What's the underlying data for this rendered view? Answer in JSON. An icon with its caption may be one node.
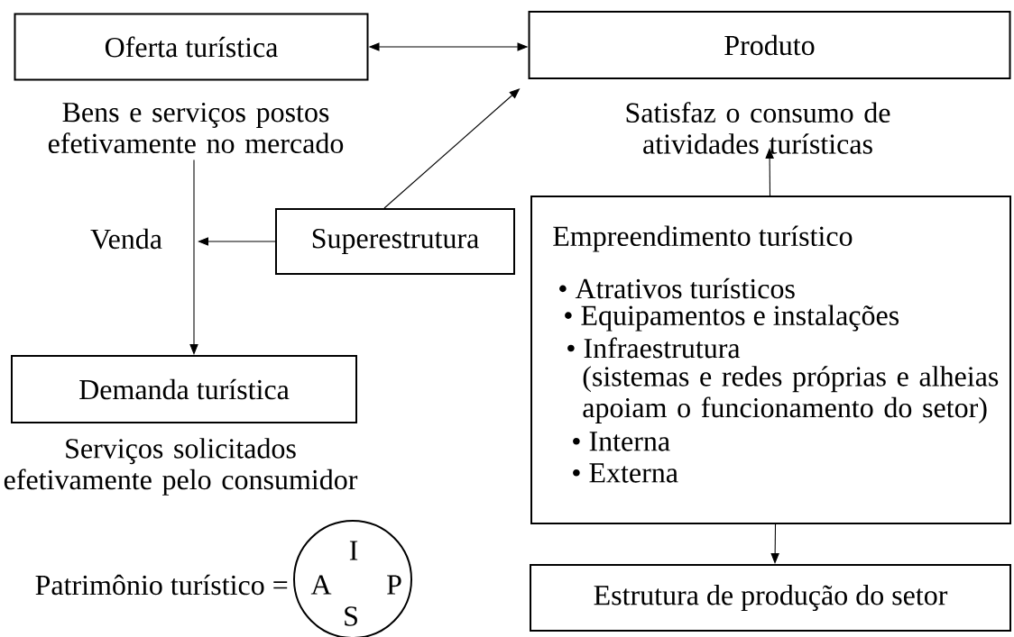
{
  "diagram": {
    "nodes": [
      {
        "text": [
          "Oferta turística"
        ],
        "beside": [
          "Bens e serviços postos efetivamente no mercado"
        ]
      },
      {
        "text": [
          "Produto"
        ],
        "beside": [
          "Satisfaz o consumo de atividades turísticas"
        ]
      },
      {
        "text": [
          "Superestrutura"
        ]
      },
      {
        "text": [
          "Empreendimento turístico",
          "• Atrativos turísticos",
          "• Equipamentos e instalações",
          "• Infraestrutura",
          "(sistemas e redes próprias e alheias apoiam o funcionamento do setor)",
          "• Interna",
          "• Externa"
        ]
      },
      {
        "text": [
          "Demanda turística"
        ],
        "beside": [
          "Serviços solicitados efetivamente pelo consumidor"
        ]
      },
      {
        "text": [
          "Estrutura de produção do setor"
        ]
      },
      {
        "text": [
          "I",
          "A",
          "P",
          "S"
        ],
        "beside": [
          "Patrimônio turístico ="
        ]
      }
    ],
    "edges": [
      {
        "from": 0,
        "to": 1,
        "arrow": "both"
      },
      {
        "from": 0,
        "to": 4,
        "arrow": "to",
        "label": "Venda"
      },
      {
        "from": 2,
        "to": null,
        "arrow": "to"
      },
      {
        "from": 2,
        "to": 1,
        "arrow": "to"
      },
      {
        "from": 3,
        "to": 1,
        "arrow": "to"
      },
      {
        "from": 3,
        "to": 5,
        "arrow": "to"
      }
    ]
  }
}
